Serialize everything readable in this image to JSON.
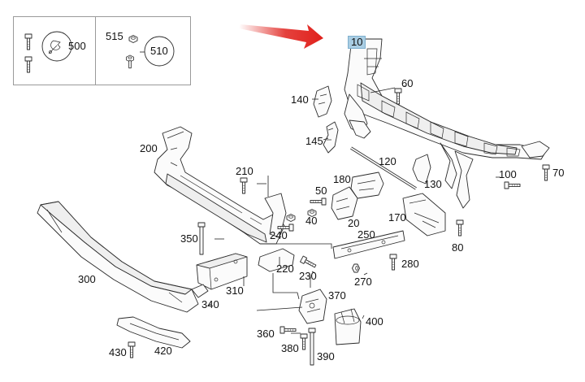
{
  "legend": {
    "items": [
      {
        "ref": "500",
        "icon": "wrench-icon"
      },
      {
        "ref": "515",
        "icon": "nut-icon"
      },
      {
        "ref": "510",
        "icon": "nut-icon"
      }
    ]
  },
  "callouts": {
    "c10": "10",
    "c60": "60",
    "c140": "140",
    "c145": "145",
    "c120": "120",
    "c130": "130",
    "c100": "100",
    "c70": "70",
    "c200": "200",
    "c210": "210",
    "c180": "180",
    "c50": "50",
    "c40": "40",
    "c20": "20",
    "c170": "170",
    "c80": "80",
    "c350": "350",
    "c240": "240",
    "c250": "250",
    "c220": "220",
    "c230": "230",
    "c280": "280",
    "c270": "270",
    "c300": "300",
    "c310": "310",
    "c340": "340",
    "c370": "370",
    "c400": "400",
    "c360": "360",
    "c380": "380",
    "c390": "390",
    "c430": "430",
    "c420": "420"
  },
  "colors": {
    "highlight": "#a9cde3",
    "arrow": "#e0201b"
  }
}
